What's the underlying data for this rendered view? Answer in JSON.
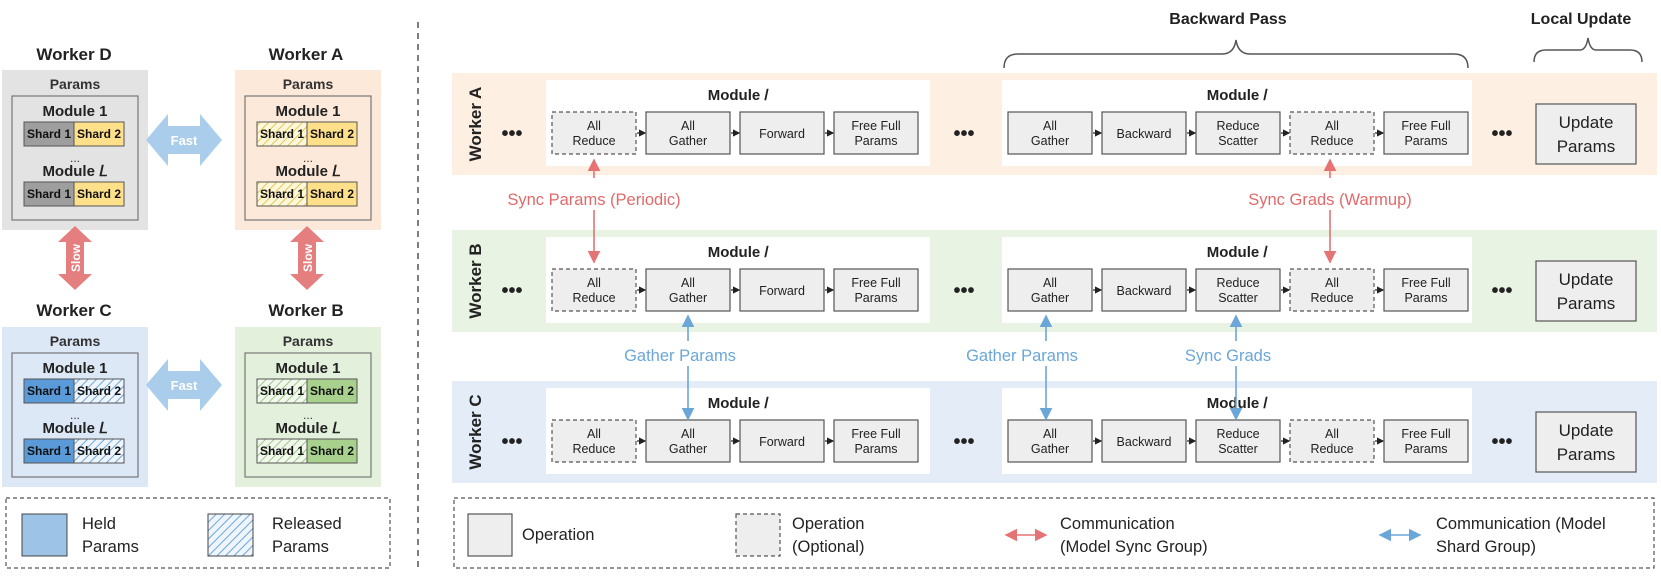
{
  "workers_panel": {
    "workers": [
      {
        "key": "D",
        "title": "Worker D",
        "held_shard": 2,
        "color": "#e3e3e3",
        "held_fill": "#ffe08a",
        "held_stroke": "#777"
      },
      {
        "key": "A",
        "title": "Worker A",
        "held_shard": 2,
        "color": "#fde9d9",
        "held_fill": "#ffe08a"
      },
      {
        "key": "C",
        "title": "Worker C",
        "held_shard": 1,
        "color": "#dde8f7",
        "held_fill": "#5a9ad8"
      },
      {
        "key": "B",
        "title": "Worker B",
        "held_shard": 2,
        "color": "#e3f0dc",
        "held_fill": "#a9d18e"
      }
    ],
    "params_label": "Params",
    "module_1_label": "Module 1",
    "module_L_label": "Module 𝐿",
    "ellipsis": "...",
    "shard1_label": "Shard 1",
    "shard2_label": "Shard 2",
    "fast_label": "Fast",
    "slow_label": "Slow"
  },
  "left_legend": {
    "held_label_1": "Held",
    "held_label_2": "Params",
    "released_label_1": "Released",
    "released_label_2": "Params"
  },
  "pipeline": {
    "header_backward": "Backward Pass",
    "header_local_update": "Local Update",
    "rows": [
      {
        "label": "Worker A",
        "color": "#fdefe2"
      },
      {
        "label": "Worker B",
        "color": "#e8f3e3"
      },
      {
        "label": "Worker C",
        "color": "#e4ecf8"
      }
    ],
    "module_title": "Module 𝑙",
    "dots": "•••",
    "forward_ops": [
      {
        "line1": "All",
        "line2": "Reduce",
        "optional": true
      },
      {
        "line1": "All",
        "line2": "Gather",
        "optional": false
      },
      {
        "line1": "Forward",
        "line2": "",
        "optional": false
      },
      {
        "line1": "Free Full",
        "line2": "Params",
        "optional": false
      }
    ],
    "backward_ops": [
      {
        "line1": "All",
        "line2": "Gather",
        "optional": false
      },
      {
        "line1": "Backward",
        "line2": "",
        "optional": false
      },
      {
        "line1": "Reduce",
        "line2": "Scatter",
        "optional": false
      },
      {
        "line1": "All",
        "line2": "Reduce",
        "optional": true
      },
      {
        "line1": "Free Full",
        "line2": "Params",
        "optional": false
      }
    ],
    "update_label_1": "Update",
    "update_label_2": "Params",
    "annotations": {
      "sync_params": "Sync Params (Periodic)",
      "sync_grads_warmup": "Sync Grads (Warmup)",
      "gather_params_fwd": "Gather Params",
      "gather_params_bwd": "Gather Params",
      "sync_grads": "Sync Grads"
    }
  },
  "bottom_legend": {
    "operation": "Operation",
    "operation_opt_1": "Operation",
    "operation_opt_2": "(Optional)",
    "comm_sync_1": "Communication",
    "comm_sync_2": "(Model Sync Group)",
    "comm_shard_1": "Communication (Model",
    "comm_shard_2": "Shard Group)"
  },
  "colors": {
    "red_arrow": "#e57373",
    "blue_arrow": "#6aa6d8",
    "fast_arrow": "#a9cdea",
    "slow_arrow": "#e57f7f"
  }
}
